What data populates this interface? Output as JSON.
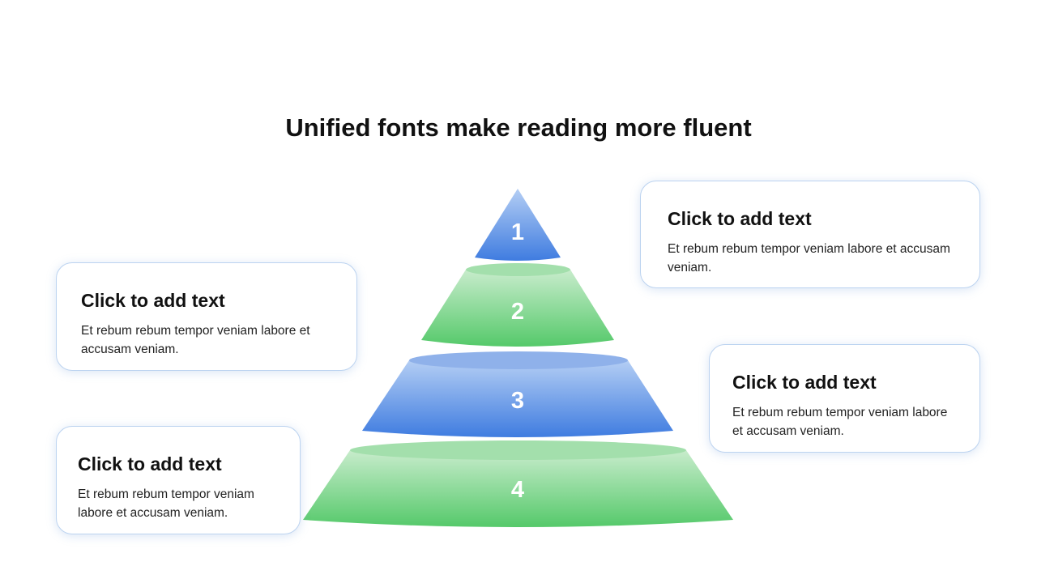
{
  "slide": {
    "title": "Unified fonts make reading more fluent"
  },
  "colors": {
    "blue_top": "#b4cef4",
    "blue_bottom": "#3f7ce0",
    "blue_rim": "#8fb1ea",
    "green_top": "#c8eccc",
    "green_bottom": "#55c96a",
    "green_rim": "#a3dfac",
    "card_border": "#bcd3f0"
  },
  "pyramid": {
    "levels": [
      {
        "number": "1",
        "color": "blue"
      },
      {
        "number": "2",
        "color": "green"
      },
      {
        "number": "3",
        "color": "blue"
      },
      {
        "number": "4",
        "color": "green"
      }
    ]
  },
  "cards": [
    {
      "level": "1",
      "title": "Click to add text",
      "body": "Et rebum rebum tempor veniam labore et accusam veniam."
    },
    {
      "level": "2",
      "title": "Click to add text",
      "body": "Et rebum rebum tempor veniam labore et accusam veniam."
    },
    {
      "level": "3",
      "title": "Click to add text",
      "body": "Et rebum rebum tempor veniam labore et accusam veniam."
    },
    {
      "level": "4",
      "title": "Click to add text",
      "body": "Et rebum rebum tempor veniam labore et accusam veniam."
    }
  ]
}
